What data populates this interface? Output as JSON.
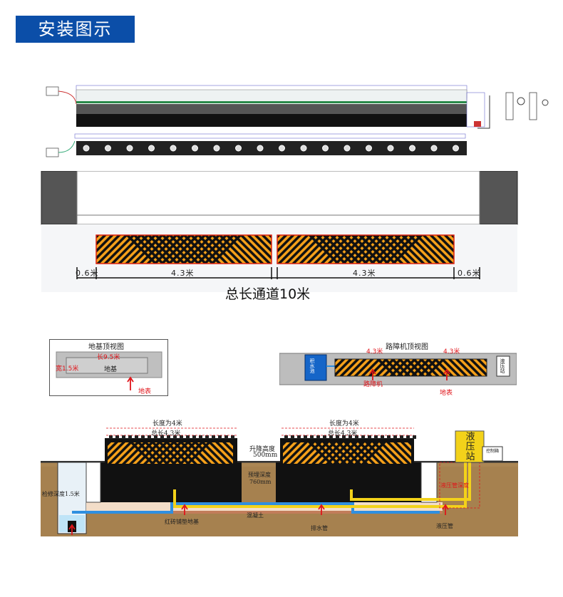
{
  "header": {
    "title": "安装图示"
  },
  "passage": {
    "seg_left": "0.6米",
    "seg_mid_a": "4.3米",
    "seg_mid_b": "4.3米",
    "seg_right": "0.6米",
    "total": "总长通道10米"
  },
  "foundation_top": {
    "title": "地基顶视图",
    "length": "长9.5米",
    "width": "宽1.5米",
    "base": "地基",
    "surface": "地表"
  },
  "blocker_top": {
    "title": "路障机顶视图",
    "len_a": "4.3米",
    "len_b": "4.3米",
    "pump_box": "积水池",
    "station_box": "液压站",
    "machine": "路障机",
    "surface": "地表"
  },
  "section": {
    "len_a": "长度为4米",
    "total_a": "总长4.3米",
    "len_b": "长度为4米",
    "total_b": "总长4.3米",
    "lift_title": "升降高度",
    "lift_value": "500mm",
    "bury_title": "预埋深度",
    "bury_value": "760mm",
    "pit_depth": "检修深度1.5米",
    "station": "液压站",
    "control": "控制箱",
    "trench": "液压管深度",
    "brick": "红砖铺垫地基",
    "concrete": "混凝土",
    "drain": "排水管",
    "hydraulic_pipe": "液压管"
  },
  "colors": {
    "accent_blue": "#0b4ea8",
    "stripe_orange": "#f5a01a",
    "stripe_black": "#111111",
    "hydraulic_yellow": "#f3d21a",
    "soil": "#a6814f",
    "pointer_red": "#e0141a",
    "pipe_blue": "#2f8fe0"
  }
}
